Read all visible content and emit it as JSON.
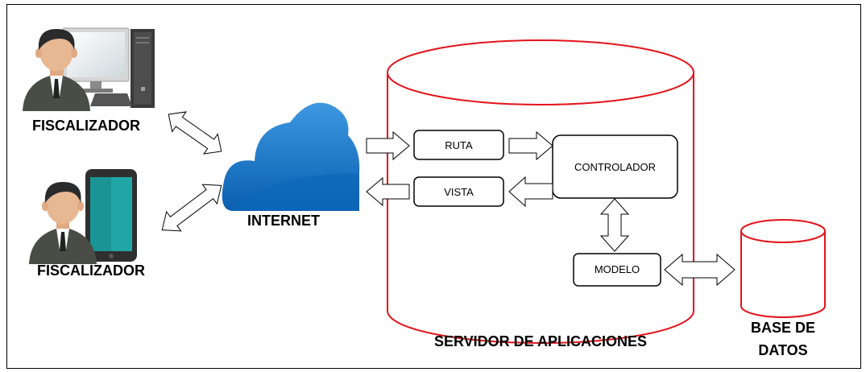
{
  "actors": {
    "desktop_user_label": "FISCALIZADOR",
    "mobile_user_label": "FISCALIZADOR"
  },
  "network": {
    "label": "INTERNET"
  },
  "app_server": {
    "label": "SERVIDOR DE APLICACIONES",
    "components": {
      "ruta": "RUTA",
      "vista": "VISTA",
      "controlador": "CONTROLADOR",
      "modelo": "MODELO"
    }
  },
  "database": {
    "label_line1": "BASE DE",
    "label_line2": "DATOS"
  },
  "colors": {
    "server_outline": "#e3131b",
    "cloud_dark": "#0a5fb0",
    "cloud_light": "#3d98e0",
    "skin": "#e8b893",
    "hair": "#2b2b2b",
    "suit": "#4a4d45",
    "phone_body": "#2f2f2f",
    "phone_screen": "#21a6a6"
  },
  "icons": {
    "desktop_user": "person-with-desktop-computer-icon",
    "mobile_user": "person-with-smartphone-icon",
    "internet": "cloud-icon"
  }
}
